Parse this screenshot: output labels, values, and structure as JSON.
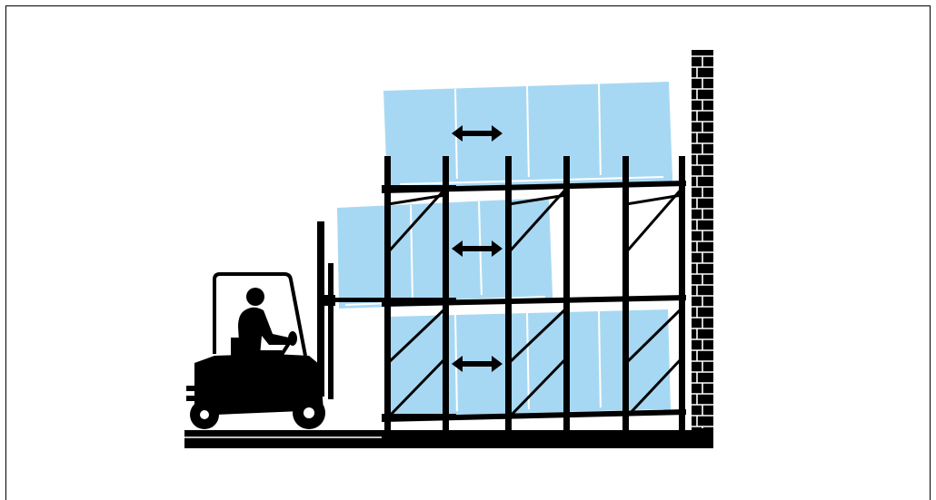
{
  "figure": {
    "subject": "forklift-loading-push-back-pallet-rack",
    "colors": {
      "load": "#a7d8f3",
      "structure": "#000000",
      "background": "#ffffff"
    },
    "rack": {
      "levels": 3,
      "bays": 3,
      "pallets_per_level": 4,
      "movement": "bidirectional"
    },
    "icons": [
      "forklift-icon",
      "operator-icon",
      "double-arrow-icon",
      "brick-wall-icon"
    ]
  }
}
